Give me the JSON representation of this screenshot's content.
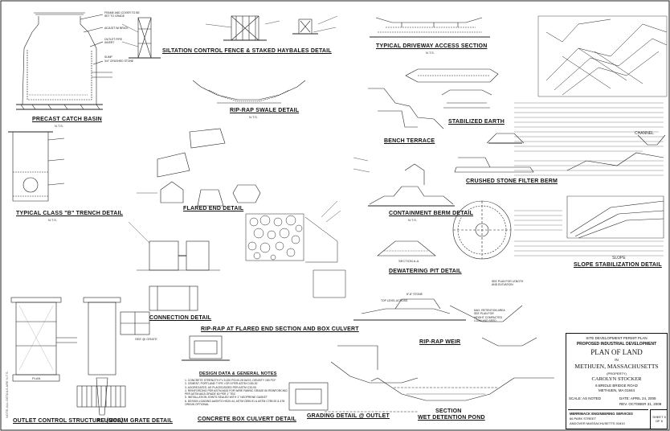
{
  "sheet": {
    "border_color": "#111111",
    "titles": {
      "precast_catch_basin": "PRECAST CATCH BASIN",
      "siltation_fence": "SILTATION CONTROL FENCE & STAKED HAYBALES DETAIL",
      "driveway": "TYPICAL DRIVEWAY ACCESS SECTION",
      "riprap_swale": "RIP-RAP SWALE DETAIL",
      "stabilized_earth": "STABILIZED EARTH",
      "bench_terrace": "BENCH TERRACE",
      "trench": "TYPICAL CLASS \"B\" TRENCH DETAIL",
      "flared_end": "FLARED END DETAIL",
      "crushed_stone_berm": "CRUSHED STONE FILTER BERM",
      "containment_berm": "CONTAINMENT BERM DETAIL",
      "channel": "CHANNEL",
      "slope": "SLOPE",
      "slope_stabilization": "SLOPE STABILIZATION DETAIL",
      "dewatering_pit": "DEWATERING PIT DETAIL",
      "connection": "CONNECTION DETAIL",
      "riprap_flared": "RIP-RAP AT FLARED END SECTION AND BOX CULVERT",
      "riprap_weir": "RIP-RAP WEIR",
      "design_notes": "DESIGN DATA & GENERAL NOTES",
      "concrete_box": "CONCRETE BOX CULVERT DETAIL",
      "grading_outlet": "GRADING DETAIL @ OUTLET",
      "section": "SECTION",
      "wet_detention": "WET DETENTION POND",
      "outlet_control": "OUTLET CONTROL STRUCTURE (OCS)",
      "aluminum_grate": "ALUMINUM GRATE DETAIL",
      "section_a": "SECTION A-A",
      "plan": "PLAN",
      "grate": "SEE @ GRATE"
    },
    "nts": "N.T.S.",
    "notes": {
      "design": [
        "1. CONCRETE STRENGTH F'c 5,000 PSI IN 28 DAYS, DENSITY 150 PCF",
        "2. CEMENT, PORTLAND TYPE I OR II PER ASTM C150-92",
        "3. AGGREGATES, AS PLACED/SIZED PER ASTM C33-93",
        "4. REINFORCING PER ASTM A615 FOR WIRE FABRIC GRADE 60 REINFORCING",
        "   PER ASTM A615 GRADE 60 PER 1\" TBC",
        "5. INSTALLATION JOINTS SEALED WITH 1\" NEOPRENE GASKET",
        "6. DESIGN LOADING AASHTO HS20-44, ASTM C890-91 & ASTM C789-92 & 478",
        "   ORIGIN OPTIONAL"
      ],
      "weir": [
        "SEE PLAN FOR LENGTH",
        "AND ELEVATION",
        "TOP LEVEL ACROSS",
        "8\"-8\" STONE",
        "MAX. RETENTION AREA",
        "SEE PLAN FOR",
        "HEIGHT COMPACTED",
        "LOAM AND SEED"
      ],
      "catch_basin": [
        "FRAME AND COVER TO BE",
        "SET TO GRADE",
        "ADJUST W/ BRICK",
        "OUTLET PIPE",
        "INVERT",
        "SUMP",
        "3/4\" CRUSHED STONE"
      ]
    },
    "title_block": {
      "header": "SITE DEVELOPMENT PERMIT PLAN",
      "proposed": "PROPOSED INDUSTRIAL DEVELOPMENT",
      "plan_of_land": "PLAN OF LAND",
      "in": "IN",
      "town": "METHUEN, MASSACHUSETTS",
      "prepared_for": "(PROPERTY)",
      "owner": "CAROLYN STOCKER",
      "addr1": "6 BRIDLE BRIDGE ROAD",
      "addr2": "METHUEN, MA 01844",
      "scale": "SCALE: AS NOTED",
      "date": "DATE: APRIL 24, 2008",
      "rev": "REV. OCTOBER 31, 2008",
      "firm1": "MERRIMACK ENGINEERING SERVICES",
      "firm2": "66 PARK STREET",
      "firm3": "ANDOVER MASSACHUSETTS 01810",
      "sheet_no": "SHEET 5 OF 6"
    },
    "side_text": "NOTE: ALL DETAILS ARE N.T.S."
  }
}
